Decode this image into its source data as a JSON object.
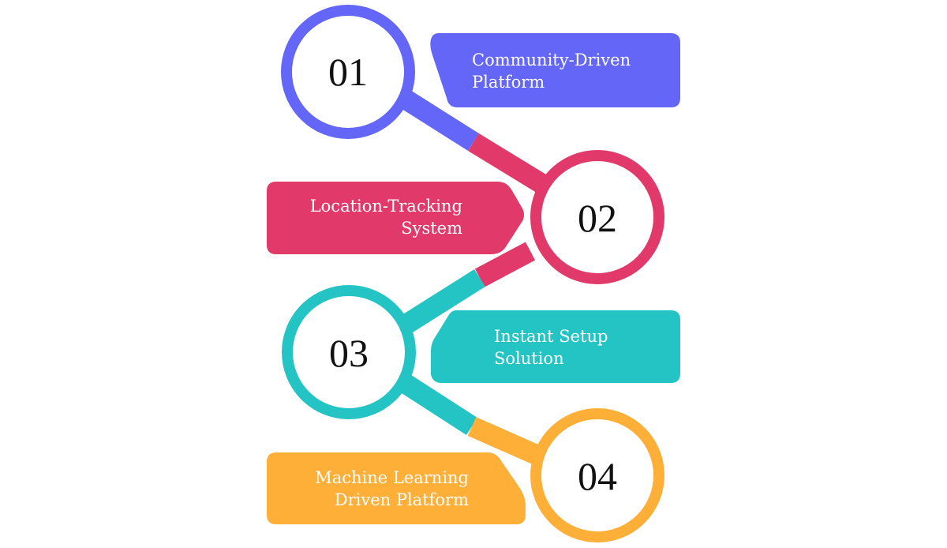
{
  "colors": {
    "step_1": "#6366f6",
    "step_2": "#e0396a",
    "step_3": "#23c4c3",
    "step_4": "#fdaf38",
    "number_text": "#111111",
    "label_text": "#ffffff"
  },
  "steps": [
    {
      "number": "01",
      "label_line_1": "Community-Driven",
      "label_line_2": "Platform"
    },
    {
      "number": "02",
      "label_line_1": "Location-Tracking",
      "label_line_2": "System"
    },
    {
      "number": "03",
      "label_line_1": "Instant Setup",
      "label_line_2": "Solution"
    },
    {
      "number": "04",
      "label_line_1": "Machine Learning",
      "label_line_2": "Driven Platform"
    }
  ]
}
